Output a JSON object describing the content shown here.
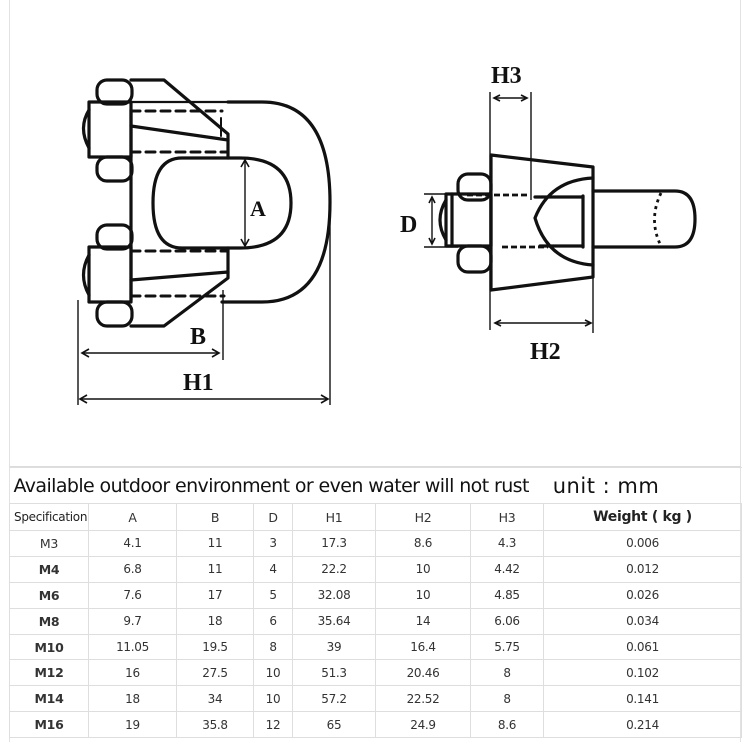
{
  "diagram": {
    "left_view": {
      "labels": {
        "a": "A",
        "b": "B",
        "h1": "H1"
      }
    },
    "right_view": {
      "labels": {
        "d": "D",
        "h2": "H2",
        "h3": "H3"
      }
    },
    "line_color": "#111111"
  },
  "table": {
    "title": "Available outdoor environment or even water will not rust",
    "unit": "unit : mm",
    "columns": [
      "Specification",
      "A",
      "B",
      "D",
      "H1",
      "H2",
      "H3",
      "Weight ( kg )"
    ],
    "rows": [
      {
        "spec": "M3",
        "a": "4.1",
        "b": "11",
        "d": "3",
        "h1": "17.3",
        "h2": "8.6",
        "h3": "4.3",
        "weight": "0.006"
      },
      {
        "spec": "M4",
        "a": "6.8",
        "b": "11",
        "d": "4",
        "h1": "22.2",
        "h2": "10",
        "h3": "4.42",
        "weight": "0.012"
      },
      {
        "spec": "M6",
        "a": "7.6",
        "b": "17",
        "d": "5",
        "h1": "32.08",
        "h2": "10",
        "h3": "4.85",
        "weight": "0.026"
      },
      {
        "spec": "M8",
        "a": "9.7",
        "b": "18",
        "d": "6",
        "h1": "35.64",
        "h2": "14",
        "h3": "6.06",
        "weight": "0.034"
      },
      {
        "spec": "M10",
        "a": "11.05",
        "b": "19.5",
        "d": "8",
        "h1": "39",
        "h2": "16.4",
        "h3": "5.75",
        "weight": "0.061"
      },
      {
        "spec": "M12",
        "a": "16",
        "b": "27.5",
        "d": "10",
        "h1": "51.3",
        "h2": "20.46",
        "h3": "8",
        "weight": "0.102"
      },
      {
        "spec": "M14",
        "a": "18",
        "b": "34",
        "d": "10",
        "h1": "57.2",
        "h2": "22.52",
        "h3": "8",
        "weight": "0.141"
      },
      {
        "spec": "M16",
        "a": "19",
        "b": "35.8",
        "d": "12",
        "h1": "65",
        "h2": "24.9",
        "h3": "8.6",
        "weight": "0.214"
      }
    ]
  }
}
